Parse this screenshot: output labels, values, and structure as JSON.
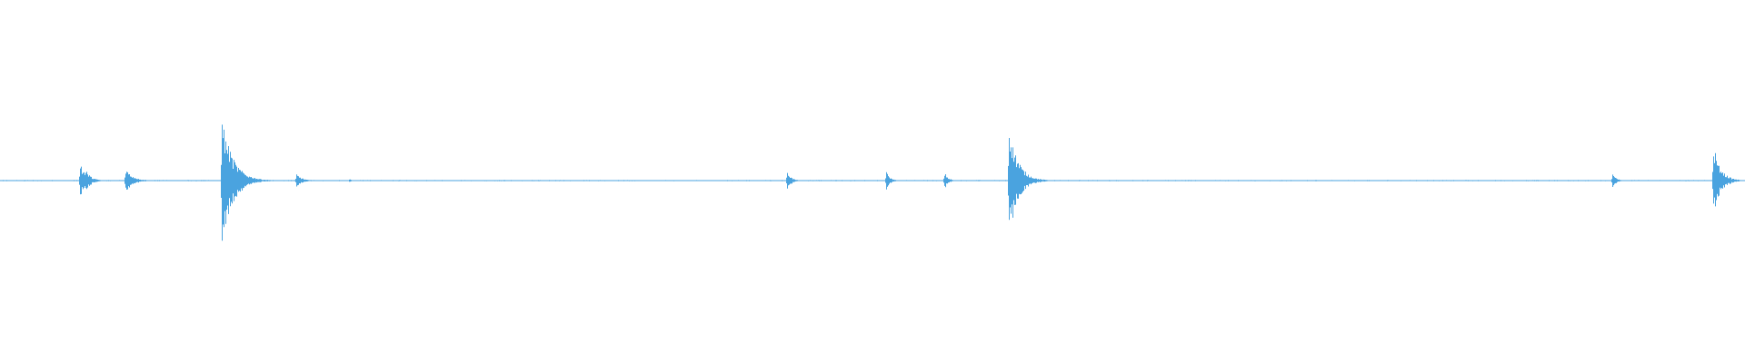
{
  "waveform": {
    "color": "#4aa3df",
    "baseline_amplitude": 0.004,
    "peak_scale": 0.5,
    "events": [
      {
        "position": 0.046,
        "amplitude": 0.12,
        "decay": 0.003
      },
      {
        "position": 0.049,
        "amplitude": 0.08,
        "decay": 0.003
      },
      {
        "position": 0.072,
        "amplitude": 0.09,
        "decay": 0.004
      },
      {
        "position": 0.127,
        "amplitude": 0.48,
        "decay": 0.006
      },
      {
        "position": 0.17,
        "amplitude": 0.05,
        "decay": 0.003
      },
      {
        "position": 0.2,
        "amplitude": 0.01,
        "decay": 0.002
      },
      {
        "position": 0.451,
        "amplitude": 0.08,
        "decay": 0.002
      },
      {
        "position": 0.508,
        "amplitude": 0.07,
        "decay": 0.002
      },
      {
        "position": 0.541,
        "amplitude": 0.06,
        "decay": 0.002
      },
      {
        "position": 0.578,
        "amplitude": 0.42,
        "decay": 0.005
      },
      {
        "position": 0.924,
        "amplitude": 0.05,
        "decay": 0.002
      },
      {
        "position": 0.982,
        "amplitude": 0.25,
        "decay": 0.004
      }
    ]
  }
}
